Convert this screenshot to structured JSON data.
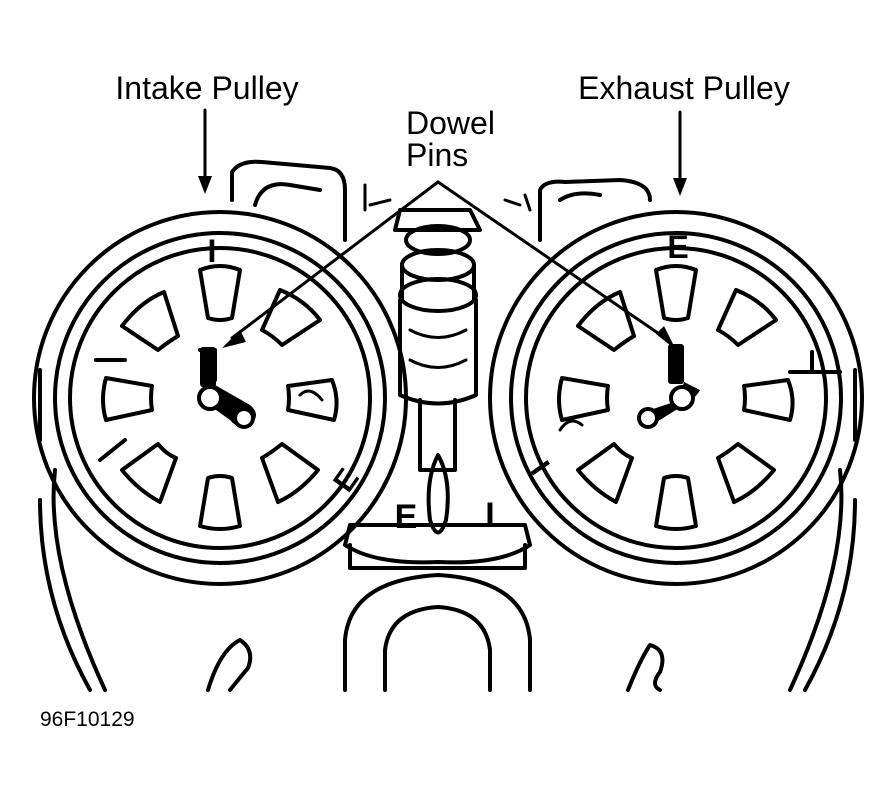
{
  "labels": {
    "intake_pulley": "Intake Pulley",
    "exhaust_pulley": "Exhaust Pulley",
    "dowel_line1": "Dowel",
    "dowel_line2": "Pins"
  },
  "marks": {
    "intake_top": "I",
    "intake_side": "E",
    "exhaust_top": "E",
    "exhaust_side": "I",
    "block_left": "E",
    "block_right": "I"
  },
  "figure_id": "96F10129",
  "colors": {
    "line": "#000000",
    "background": "#ffffff"
  }
}
